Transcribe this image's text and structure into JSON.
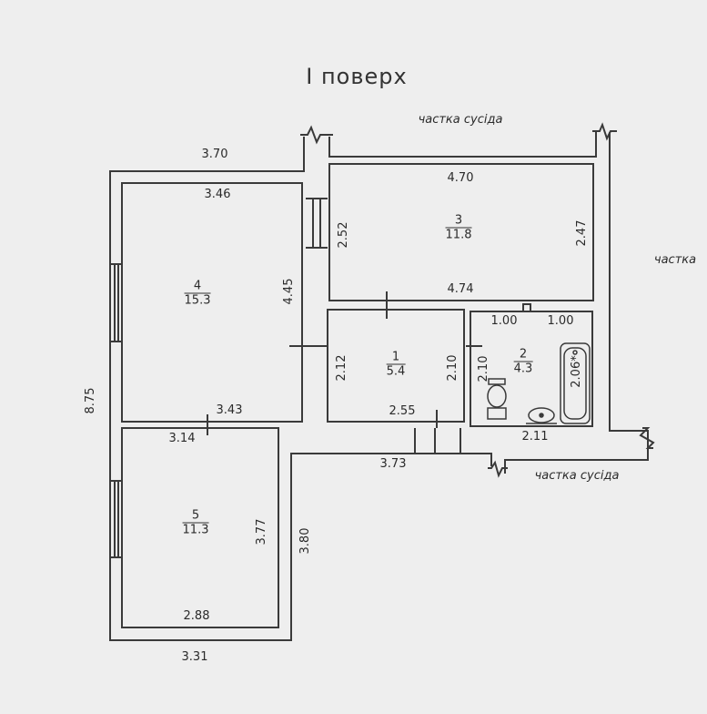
{
  "title": "I поверх",
  "notes": {
    "neighbor_top": "частка сусіда",
    "neighbor_right": "частка",
    "neighbor_bottom": "частка сусіда"
  },
  "rooms": [
    {
      "number": "1",
      "area": "5.4"
    },
    {
      "number": "2",
      "area": "4.3"
    },
    {
      "number": "3",
      "area": "11.8"
    },
    {
      "number": "4",
      "area": "15.3"
    },
    {
      "number": "5",
      "area": "11.3"
    }
  ],
  "dimensions": {
    "outer_top": "3.70",
    "r4_top": "3.46",
    "r3_top": "4.70",
    "r3_left": "2.52",
    "r3_right": "2.47",
    "r3_bottom": "4.74",
    "r4_right": "4.45",
    "r1_left": "2.12",
    "r1_right": "2.10",
    "r1_bottom": "2.55",
    "r2_left": "2.10",
    "r2_top_left": "1.00",
    "r2_top_right": "1.00",
    "bath_length": "2.06*",
    "r2_bottom": "2.11",
    "r4_bottom": "3.43",
    "r5_top": "3.14",
    "corridor_bottom": "3.73",
    "r5_right": "3.77",
    "outer_right_5": "3.80",
    "r5_bottom": "2.88",
    "outer_bottom": "3.31",
    "outer_left": "8.75"
  }
}
